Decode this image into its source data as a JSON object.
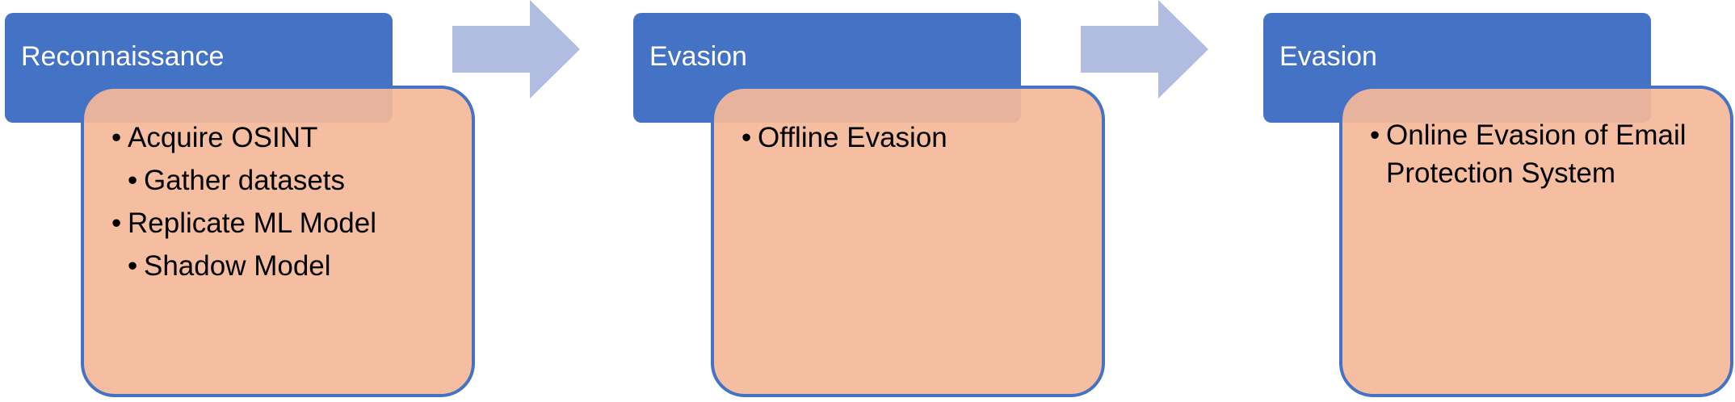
{
  "stages": [
    {
      "title": "Reconnaissance",
      "items": [
        {
          "text": "Acquire OSINT",
          "level": 1
        },
        {
          "text": "Gather datasets",
          "level": 2
        },
        {
          "text": "Replicate ML Model",
          "level": 1
        },
        {
          "text": "Shadow Model",
          "level": 2
        }
      ]
    },
    {
      "title": "Evasion",
      "items": [
        {
          "text": "Offline Evasion",
          "level": 1
        }
      ]
    },
    {
      "title": "Evasion",
      "items": [
        {
          "text": "Online Evasion of Email Protection System",
          "level": 1
        }
      ]
    }
  ],
  "colors": {
    "header": "#4472c4",
    "box_fill": "#f5b898",
    "box_border": "#4472c4",
    "arrow": "#b0bde0"
  }
}
